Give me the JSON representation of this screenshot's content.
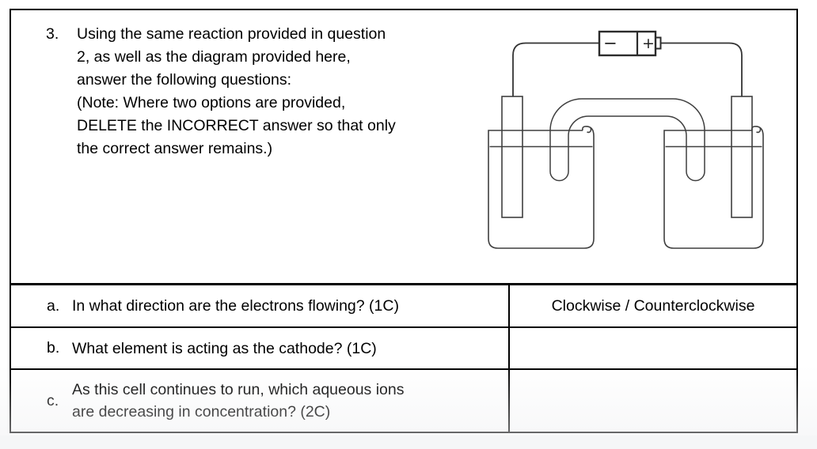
{
  "question": {
    "number": "3.",
    "lines": [
      "Using the same reaction provided in question",
      "2, as well as the diagram provided here,",
      "answer the following questions:",
      "(Note: Where two options are provided,",
      "DELETE the INCORRECT answer so that only",
      "the correct answer remains.)"
    ]
  },
  "diagram": {
    "description": "electrolytic cell: battery connected by wires to two electrodes in two beakers joined by a salt bridge",
    "battery": {
      "negative_label": "−",
      "positive_label": "+"
    },
    "stroke_color": "#3f3f3f",
    "battery_stroke_color": "#2b2b2b"
  },
  "table": {
    "rows": [
      {
        "marker": "a.",
        "lines": [
          "In what direction are the electrons flowing? (1C)"
        ],
        "answer": "Clockwise / Counterclockwise"
      },
      {
        "marker": "b.",
        "lines": [
          "What element is acting as the cathode? (1C)"
        ],
        "answer": ""
      },
      {
        "marker": "c.",
        "lines": [
          "As this cell continues to run, which aqueous ions",
          "are decreasing in concentration? (2C)"
        ],
        "answer": ""
      }
    ]
  },
  "colors": {
    "page_background": "#ffffff",
    "border": "#000000",
    "below_page_background": "#f5f6f7"
  }
}
